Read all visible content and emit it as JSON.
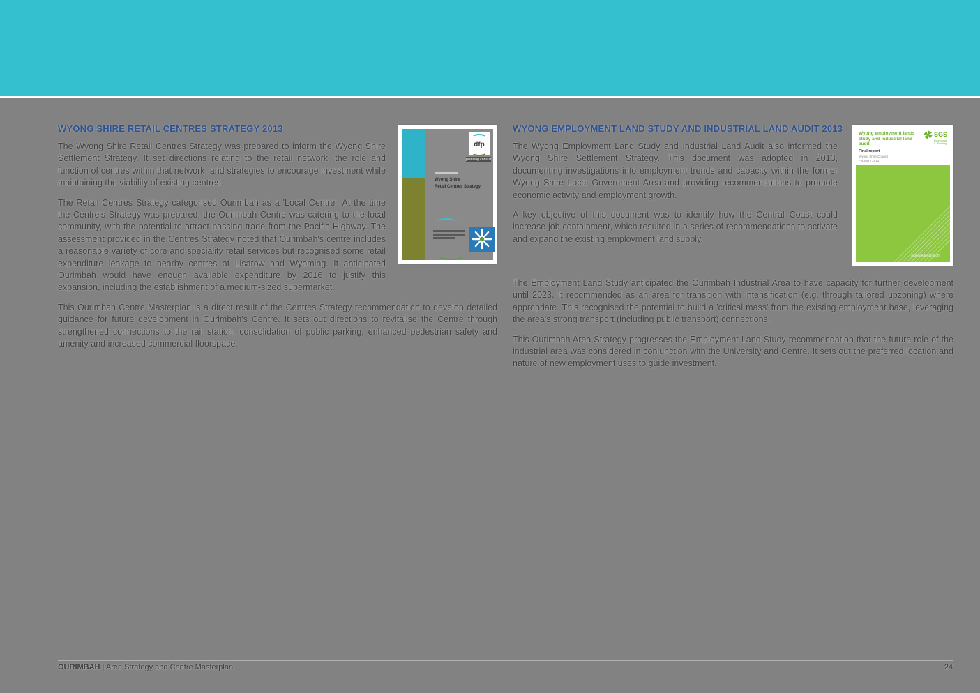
{
  "header": {
    "band_color": "#35c0d0"
  },
  "colors": {
    "page_background": "#828282",
    "heading_blue": "#2d5191",
    "body_text": "#3e4043",
    "cover_teal": "#2fb3c9",
    "cover_olive": "#7c8230",
    "cover_green": "#8dc63f",
    "council_blue": "#2a7ab8"
  },
  "left_column": {
    "heading": "WYONG SHIRE RETAIL CENTRES STRATEGY 2013",
    "paragraphs": [
      "The Wyong Shire Retail Centres Strategy was prepared to inform the Wyong Shire Settlement Strategy. It set directions relating to the retail network, the role and function of centres within that network, and strategies to encourage investment while maintaining the viability of existing centres.",
      "The Retail Centres Strategy categorised Ourimbah as a 'Local Centre'. At the time the Centre's Strategy was prepared, the Ourimbah Centre was catering to the local community, with the potential to attract passing trade from the Pacific Highway. The assessment provided in the Centres Strategy noted that Ourimbah's centre includes a reasonable variety of core and speciality retail services but recognised some retail expenditure leakage to nearby centres at Lisarow and Wyoming. It anticipated Ourimbah would have enough available expenditure by 2016 to justify this expansion, including the establishment of a medium-sized supermarket.",
      "This Ourimbah Centre Masterplan is a direct result of the Centres Strategy recommendation to develop detailed guidance for future development in Ourimbah's Centre. It sets out directions to revitalise the Centre through strengthened connections to the rail station, consolidation of public parking, enhanced pedestrian safety and amenity and increased commercial floorspace."
    ],
    "cover": {
      "logo": "dfp",
      "logo_tag": "planning consultants",
      "title_line1": "Wyong Shire",
      "title_line2": "Retail Centres Strategy"
    }
  },
  "right_column": {
    "heading": "WYONG EMPLOYMENT LAND STUDY AND INDUSTRIAL LAND AUDIT 2013",
    "paragraphs": [
      "The Wyong Employment Land Study and Industrial Land Audit also informed the Wyong Shire Settlement Strategy. This document was adopted in 2013, documenting investigations into employment trends and capacity within the former Wyong Shire Local Government Area and providing recommendations to promote economic activity and employment growth.",
      "A key objective of this document was to identify how the Central Coast could increase job containment, which resulted in a series of recommendations to activate and expand the existing employment land supply.",
      "The Employment Land Study anticipated the Ourimbah Industrial Area to have capacity for further development until 2023. It recommended as an area for transition with intensification (e.g. through tailored upzoning) where appropriate. This recognised the potential to build a 'critical mass' from the existing employment base, leveraging the area's strong transport (including public transport) connections.",
      "This Ourimbah Area Strategy progresses the Employment Land Study recommendation that the future role of the industrial area was considered in conjunction with the University and Centre. It sets out the preferred location and nature of new employment uses to guide investment."
    ],
    "cover": {
      "title": "Wyong employment lands study and industrial land audit",
      "subtitle": "Final report",
      "client": "Wyong Shire Council",
      "date": "February 2013",
      "logo": "SGS",
      "logo_tag": "Economics & Planning",
      "tagline": "independent insight"
    }
  },
  "footer": {
    "doc_title": "OURIMBAH",
    "doc_subtitle": " | Area Strategy and Centre Masterplan",
    "page_number": "24"
  }
}
